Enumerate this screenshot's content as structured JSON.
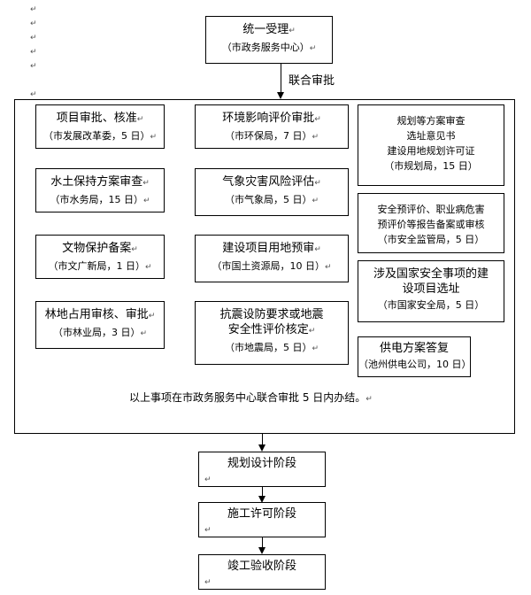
{
  "return_mark": "↵",
  "top": {
    "title": "统一受理",
    "sub": "（市政务服务中心）"
  },
  "arrow_label": "联合审批",
  "left_col": [
    {
      "title": "项目审批、核准",
      "sub": "（市发展改革委，5 日）"
    },
    {
      "title": "水土保持方案审查",
      "sub": "（市水务局，15 日）"
    },
    {
      "title": "文物保护备案",
      "sub": "（市文广新局，1 日）"
    },
    {
      "title": "林地占用审核、审批",
      "sub": "（市林业局，3 日）"
    }
  ],
  "mid_col": [
    {
      "title": "环境影响评价审批",
      "sub": "（市环保局，7 日）"
    },
    {
      "title": "气象灾害风险评估",
      "sub": "（市气象局，5 日）"
    },
    {
      "title": "建设项目用地预审",
      "sub": "（市国土资源局，10 日）"
    },
    {
      "title": "抗震设防要求或地震",
      "title2": "安全性评价核定",
      "sub": "（市地震局，5 日）"
    }
  ],
  "right_col": [
    {
      "l1": "规划等方案审查",
      "l2": "选址意见书",
      "l3": "建设用地规划许可证",
      "sub": "（市规划局，15 日）"
    },
    {
      "l1": "安全预评价、职业病危害",
      "l2": "预评价等报告备案或审核",
      "sub": "（市安全监管局，5 日）"
    },
    {
      "l1": "涉及国家安全事项的建",
      "l2": "设项目选址",
      "sub": "（市国家安全局，5 日）"
    },
    {
      "l1": "供电方案答复",
      "sub": "（池州供电公司，10 日）"
    }
  ],
  "note": "以上事项在市政务服务中心联合审批 5 日内办结。",
  "stages": [
    "规划设计阶段",
    "施工许可阶段",
    "竣工验收阶段"
  ]
}
